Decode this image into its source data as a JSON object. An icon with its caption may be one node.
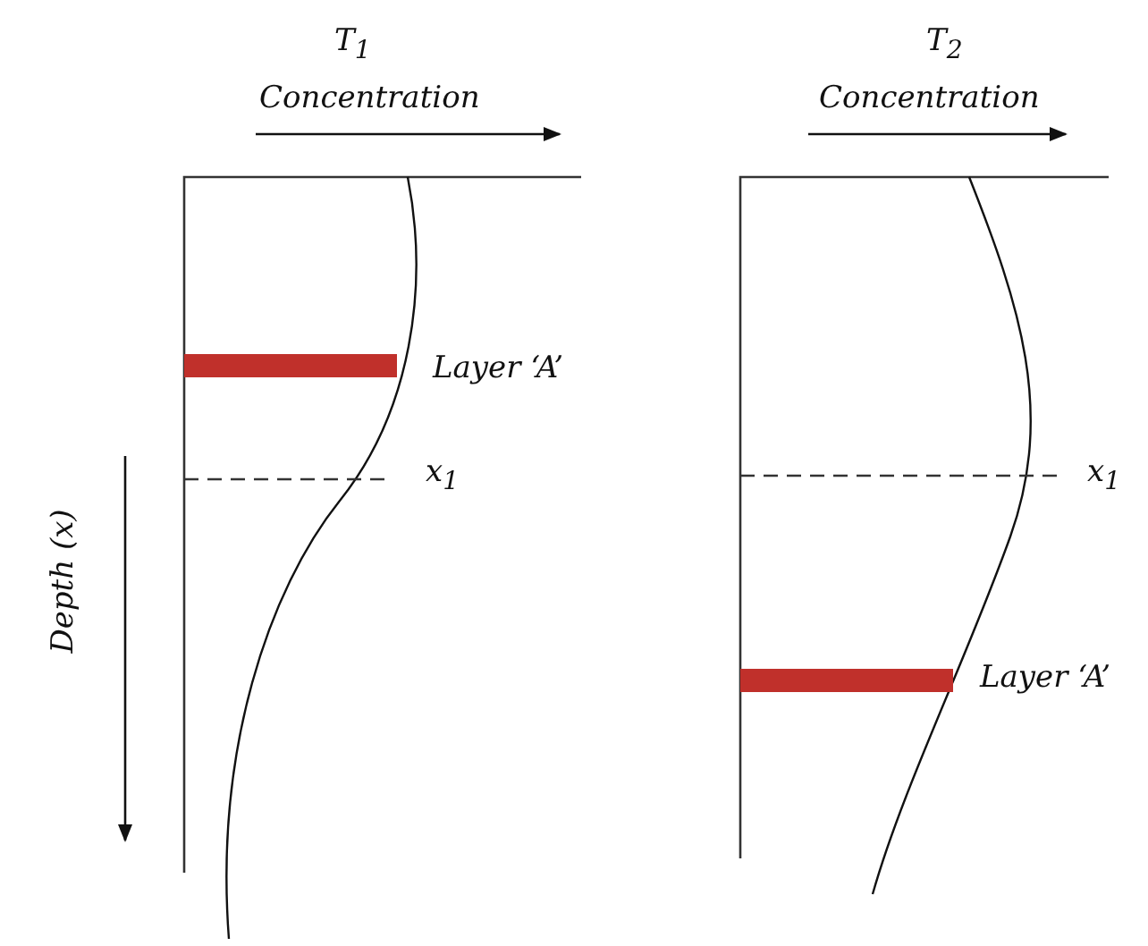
{
  "diagram": {
    "labels": [
      "T$_{1}$",
      "Concentration",
      "Layer ‘A’",
      "x$_{1}$",
      "Depth (x)",
      "T$_{2}$",
      "Concentration",
      "x$_{1}$",
      "Layer ‘A’"
    ]
  }
}
